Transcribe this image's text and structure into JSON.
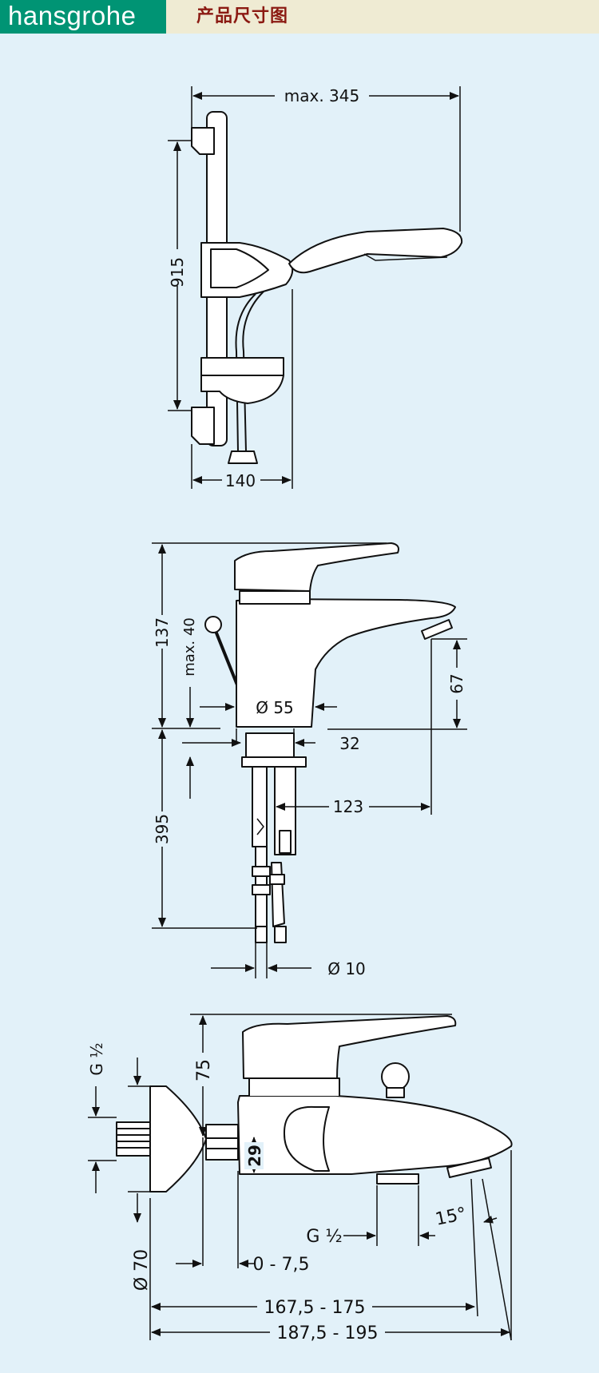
{
  "header": {
    "brand": "hansgrohe",
    "title": "产品尺寸图"
  },
  "colors": {
    "background": "#e2f1f9",
    "header_bar": "#efebd3",
    "brand_green": "#009474",
    "title_red": "#8b1a12",
    "line": "#111111",
    "part_fill": "#ffffff"
  },
  "figures": {
    "shower_set": {
      "width_label": "max. 345",
      "height_label": "915",
      "depth_label": "140"
    },
    "basin_mixer": {
      "height_label": "137",
      "lift_rod_label": "max. 40",
      "base_diameter_label": "Ø 55",
      "spout_height_label": "67",
      "thread_label": "32",
      "projection_label": "123",
      "hose_length_label": "395",
      "hose_diameter_label": "Ø 10"
    },
    "bath_mixer": {
      "connection_label": "G ½",
      "height_label": "75",
      "offset_label": "29",
      "rosette_label": "Ø 70",
      "adjust_label": "0 - 7,5",
      "outlet_thread_label": "G ½",
      "angle_label": "15°",
      "length_1_label": "167,5 - 175",
      "length_2_label": "187,5 - 195"
    }
  }
}
